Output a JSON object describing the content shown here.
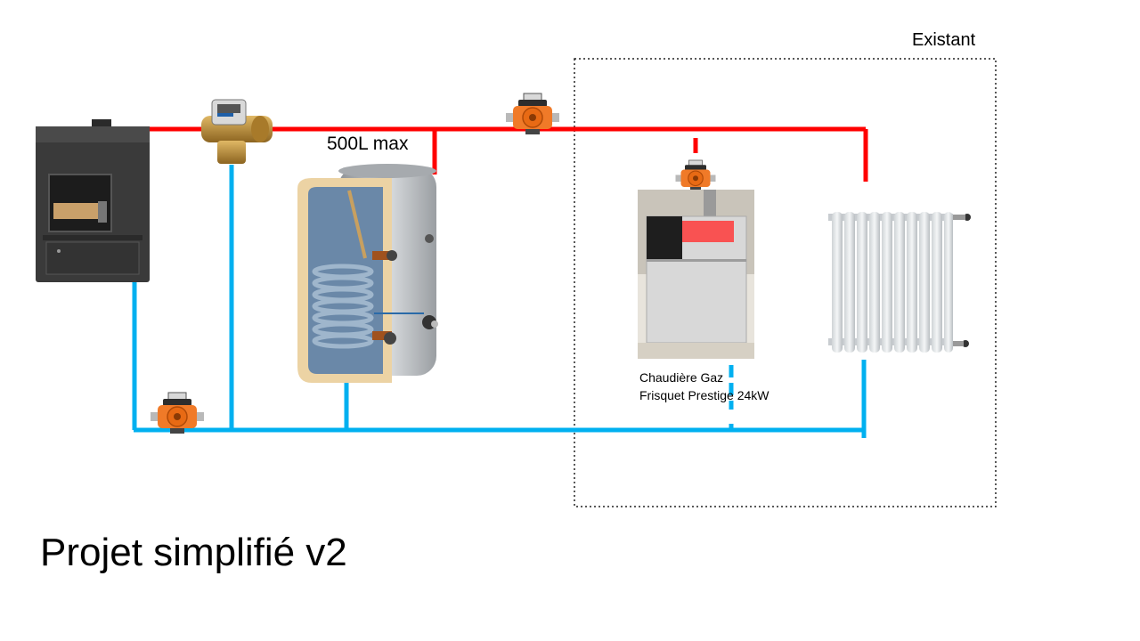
{
  "title": "Projet simplifié v2",
  "existing_zone": {
    "label": "Existant"
  },
  "tank": {
    "label": "500L max"
  },
  "boiler": {
    "label_line1": "Chaudière Gaz",
    "label_line2": "Frisquet Prestige 24kW"
  },
  "colors": {
    "hot_pipe": "#ff0000",
    "cold_pipe": "#00b0f0",
    "pump_orange": "#f07a28",
    "stove_dark": "#3a3a3a",
    "tank_silver": "#b9bcbf",
    "brass": "#b98a3a"
  },
  "components": [
    {
      "name": "wood-stove",
      "kind": "icon"
    },
    {
      "name": "thermostatic-mixing-valve",
      "kind": "icon"
    },
    {
      "name": "buffer-tank",
      "kind": "icon"
    },
    {
      "name": "circulation-pump",
      "kind": "icon"
    },
    {
      "name": "gas-boiler",
      "kind": "icon"
    },
    {
      "name": "radiator",
      "kind": "icon"
    }
  ]
}
